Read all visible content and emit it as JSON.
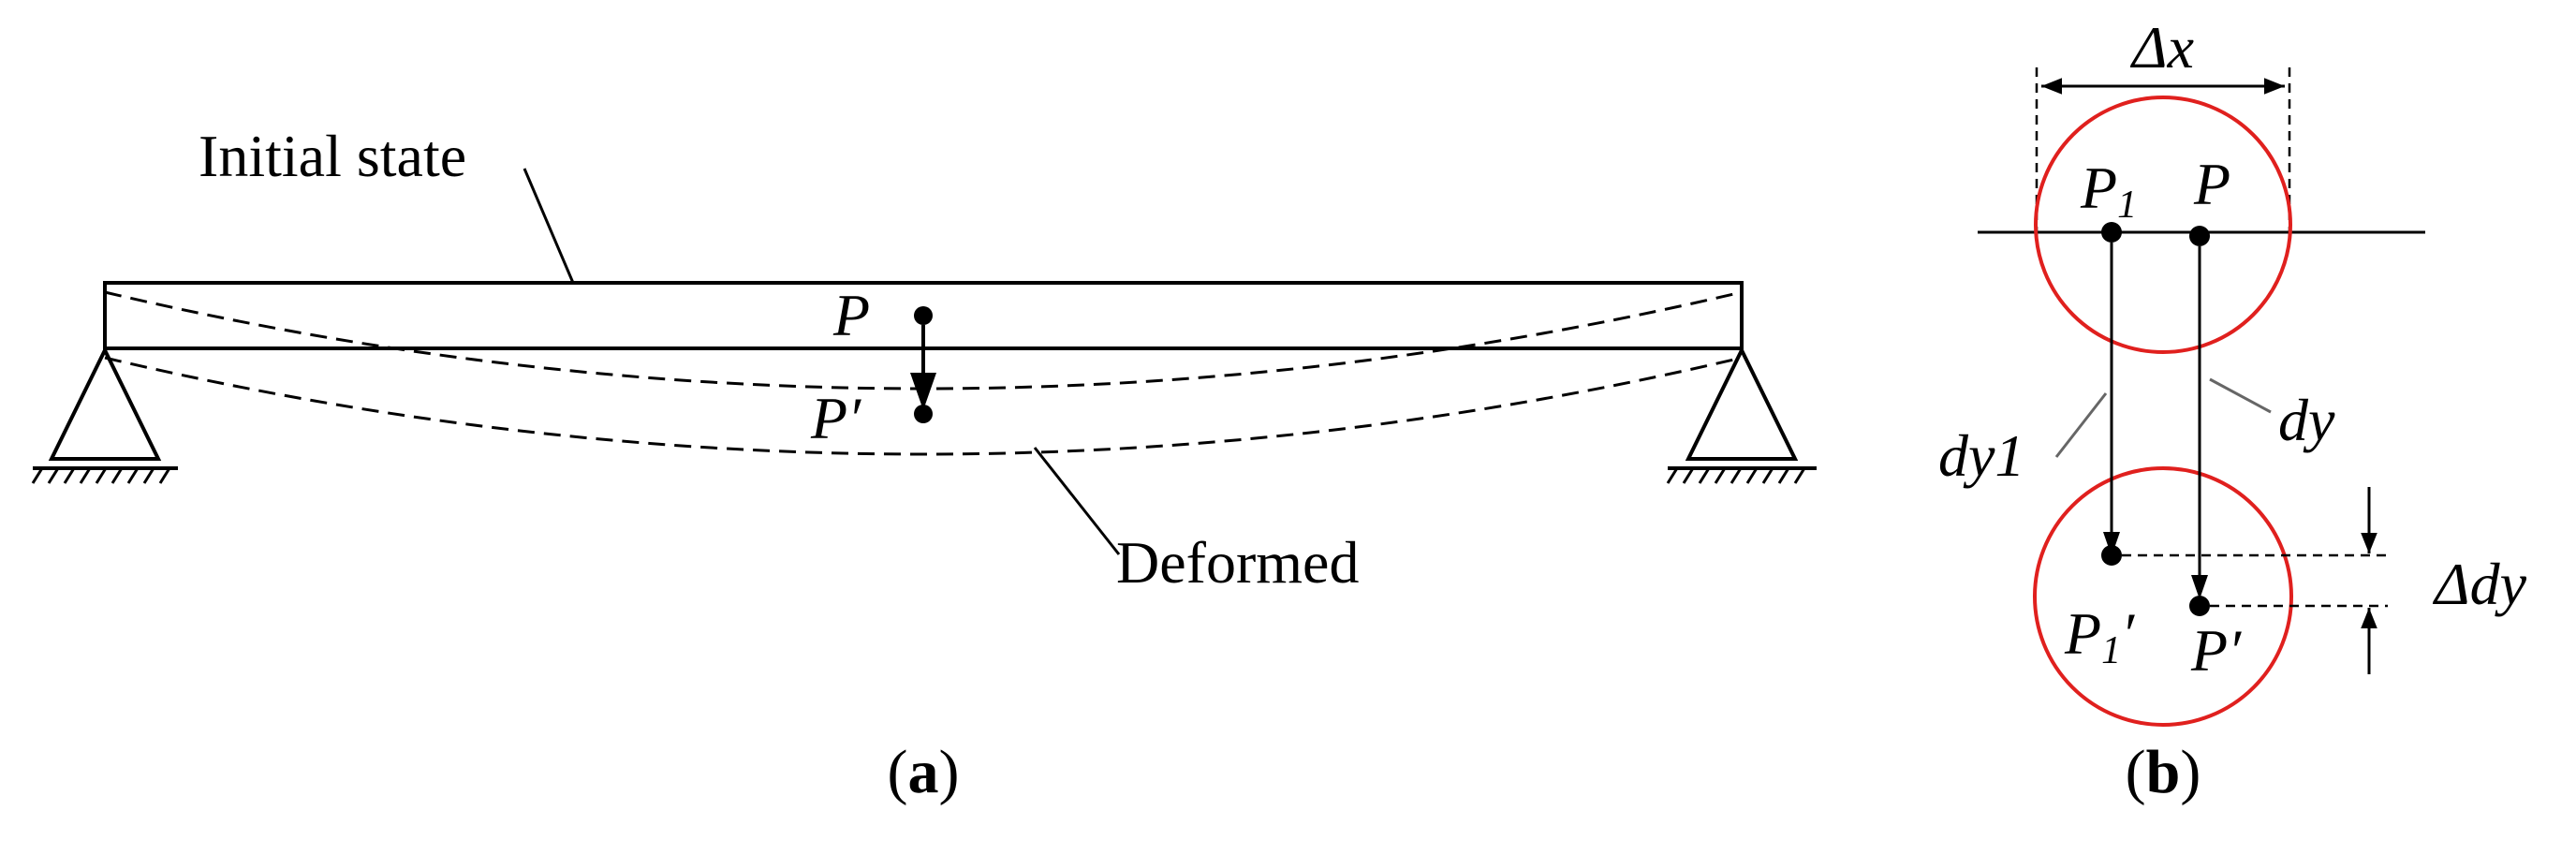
{
  "panel_a": {
    "label_initial_state": "Initial state",
    "label_deformed": "Deformed",
    "point_p": "P",
    "point_p_prime": "P′",
    "caption_open": "(",
    "caption_letter": "a",
    "caption_close": ")"
  },
  "panel_b": {
    "delta_x": "Δx",
    "p1": "P",
    "p1_sub": "1",
    "p": "P",
    "dy1": "dy1",
    "dy": "dy",
    "p1_prime": "P",
    "p1_prime_sub": "1",
    "p1_prime_mark": "′",
    "p_prime": "P′",
    "delta_dy": "Δdy",
    "caption_open": "(",
    "caption_letter": "b",
    "caption_close": ")"
  },
  "colors": {
    "line": "#000000",
    "circle": "#e0201e",
    "leader": "#666666"
  }
}
